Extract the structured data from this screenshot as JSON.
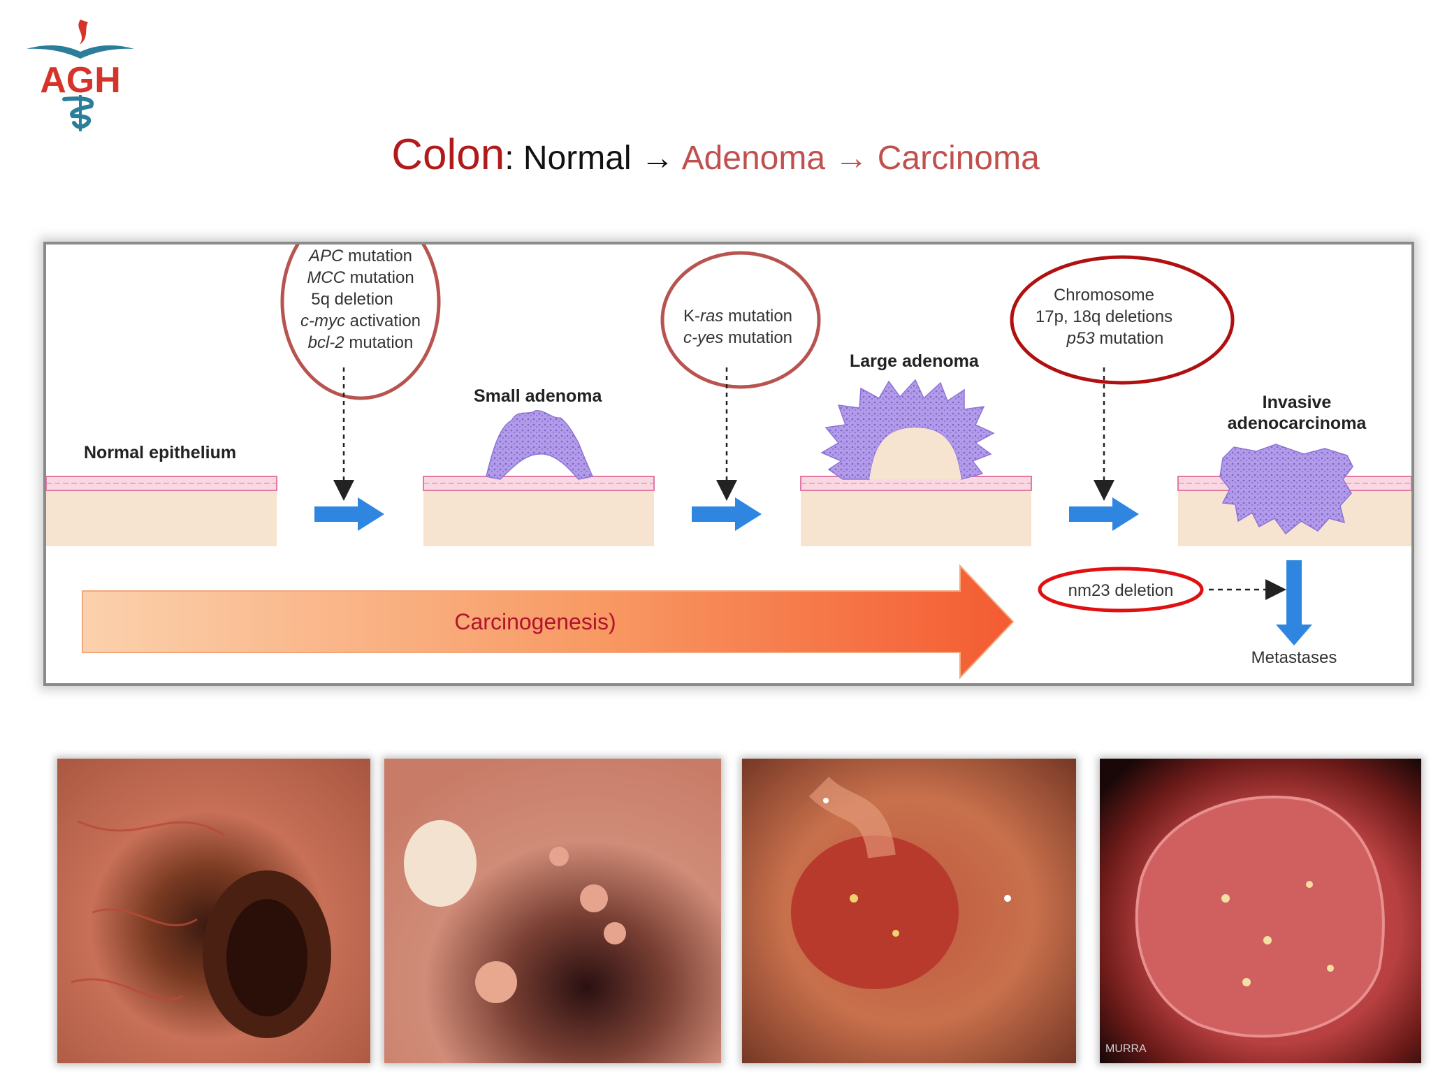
{
  "logo": {
    "text": "AGH",
    "color": "#d5342b",
    "accent": "#2a7e9a"
  },
  "title": {
    "part1": "Colon",
    "part2": ": Normal ",
    "arrow1": "→",
    "part3": " Adenoma ",
    "arrow2": "→",
    "part4": " Carcinoma"
  },
  "diagram": {
    "stage_labels": {
      "normal": "Normal epithelium",
      "small": "Small adenoma",
      "large": "Large adenoma",
      "invasive_1": "Invasive",
      "invasive_2": "adenocarcinoma"
    },
    "events_1": {
      "l1_a": "APC",
      "l1_b": " mutation",
      "l2_a": "MCC",
      "l2_b": " mutation",
      "l3": "5q deletion",
      "l4_a": "c-myc",
      "l4_b": " activation",
      "l5_a": "bcl-2",
      "l5_b": " mutation"
    },
    "events_2": {
      "l1_a": "K-",
      "l1_b": "ras",
      "l1_c": " mutation",
      "l2_a": "c-yes",
      "l2_b": " mutation"
    },
    "events_3": {
      "l1": "Chromosome",
      "l2": "17p, 18q deletions",
      "l3_a": "p53",
      "l3_b": " mutation"
    },
    "nm23": "nm23  deletion",
    "metastases": "Metastases",
    "progress_label": "Carcinogenesis)",
    "colors": {
      "circle": "#b85450",
      "circle_strong": "#b01010",
      "circle_nm23": "#e01010",
      "arrow": "#2f86e0",
      "tissue": "#f7e4d0",
      "epithelium": "#e07aa4",
      "adenoma": "#a98ae6"
    }
  },
  "photos": {
    "watermark": "MURRA"
  }
}
